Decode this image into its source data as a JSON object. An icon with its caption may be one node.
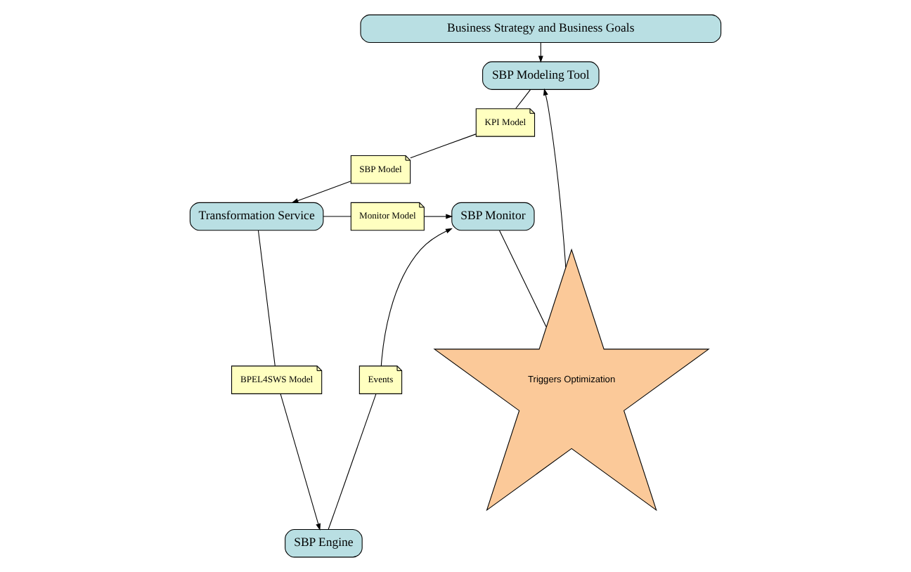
{
  "diagram": {
    "nodes": [
      {
        "text": [
          "Business Strategy and Business Goals"
        ]
      },
      {
        "text": [
          "SBP Modeling Tool"
        ]
      },
      {
        "text": [
          "KPI Model"
        ]
      },
      {
        "text": [
          "SBP Model"
        ]
      },
      {
        "text": [
          "Transformation Service"
        ]
      },
      {
        "text": [
          "Monitor Model"
        ]
      },
      {
        "text": [
          "SBP Monitor"
        ]
      },
      {
        "text": [
          "Triggers Optimization"
        ]
      },
      {
        "text": [
          "BPEL4SWS Model"
        ]
      },
      {
        "text": [
          "SBP Engine"
        ]
      },
      {
        "text": [
          "Events"
        ]
      }
    ],
    "edges": [
      {
        "from": 0,
        "to": 1,
        "arrow": "to"
      },
      {
        "from": 1,
        "to": 2,
        "arrow": "none"
      },
      {
        "from": 2,
        "to": 3,
        "arrow": "none"
      },
      {
        "from": 3,
        "to": 4,
        "arrow": "to"
      },
      {
        "from": 4,
        "to": 5,
        "arrow": "none"
      },
      {
        "from": 5,
        "to": 6,
        "arrow": "to"
      },
      {
        "from": 4,
        "to": 8,
        "arrow": "none"
      },
      {
        "from": 8,
        "to": 9,
        "arrow": "to"
      },
      {
        "from": 9,
        "to": 10,
        "arrow": "none"
      },
      {
        "from": 10,
        "to": 6,
        "arrow": "to"
      },
      {
        "from": 6,
        "to": 7,
        "arrow": "none"
      },
      {
        "from": 7,
        "to": 1,
        "arrow": "to"
      }
    ]
  }
}
